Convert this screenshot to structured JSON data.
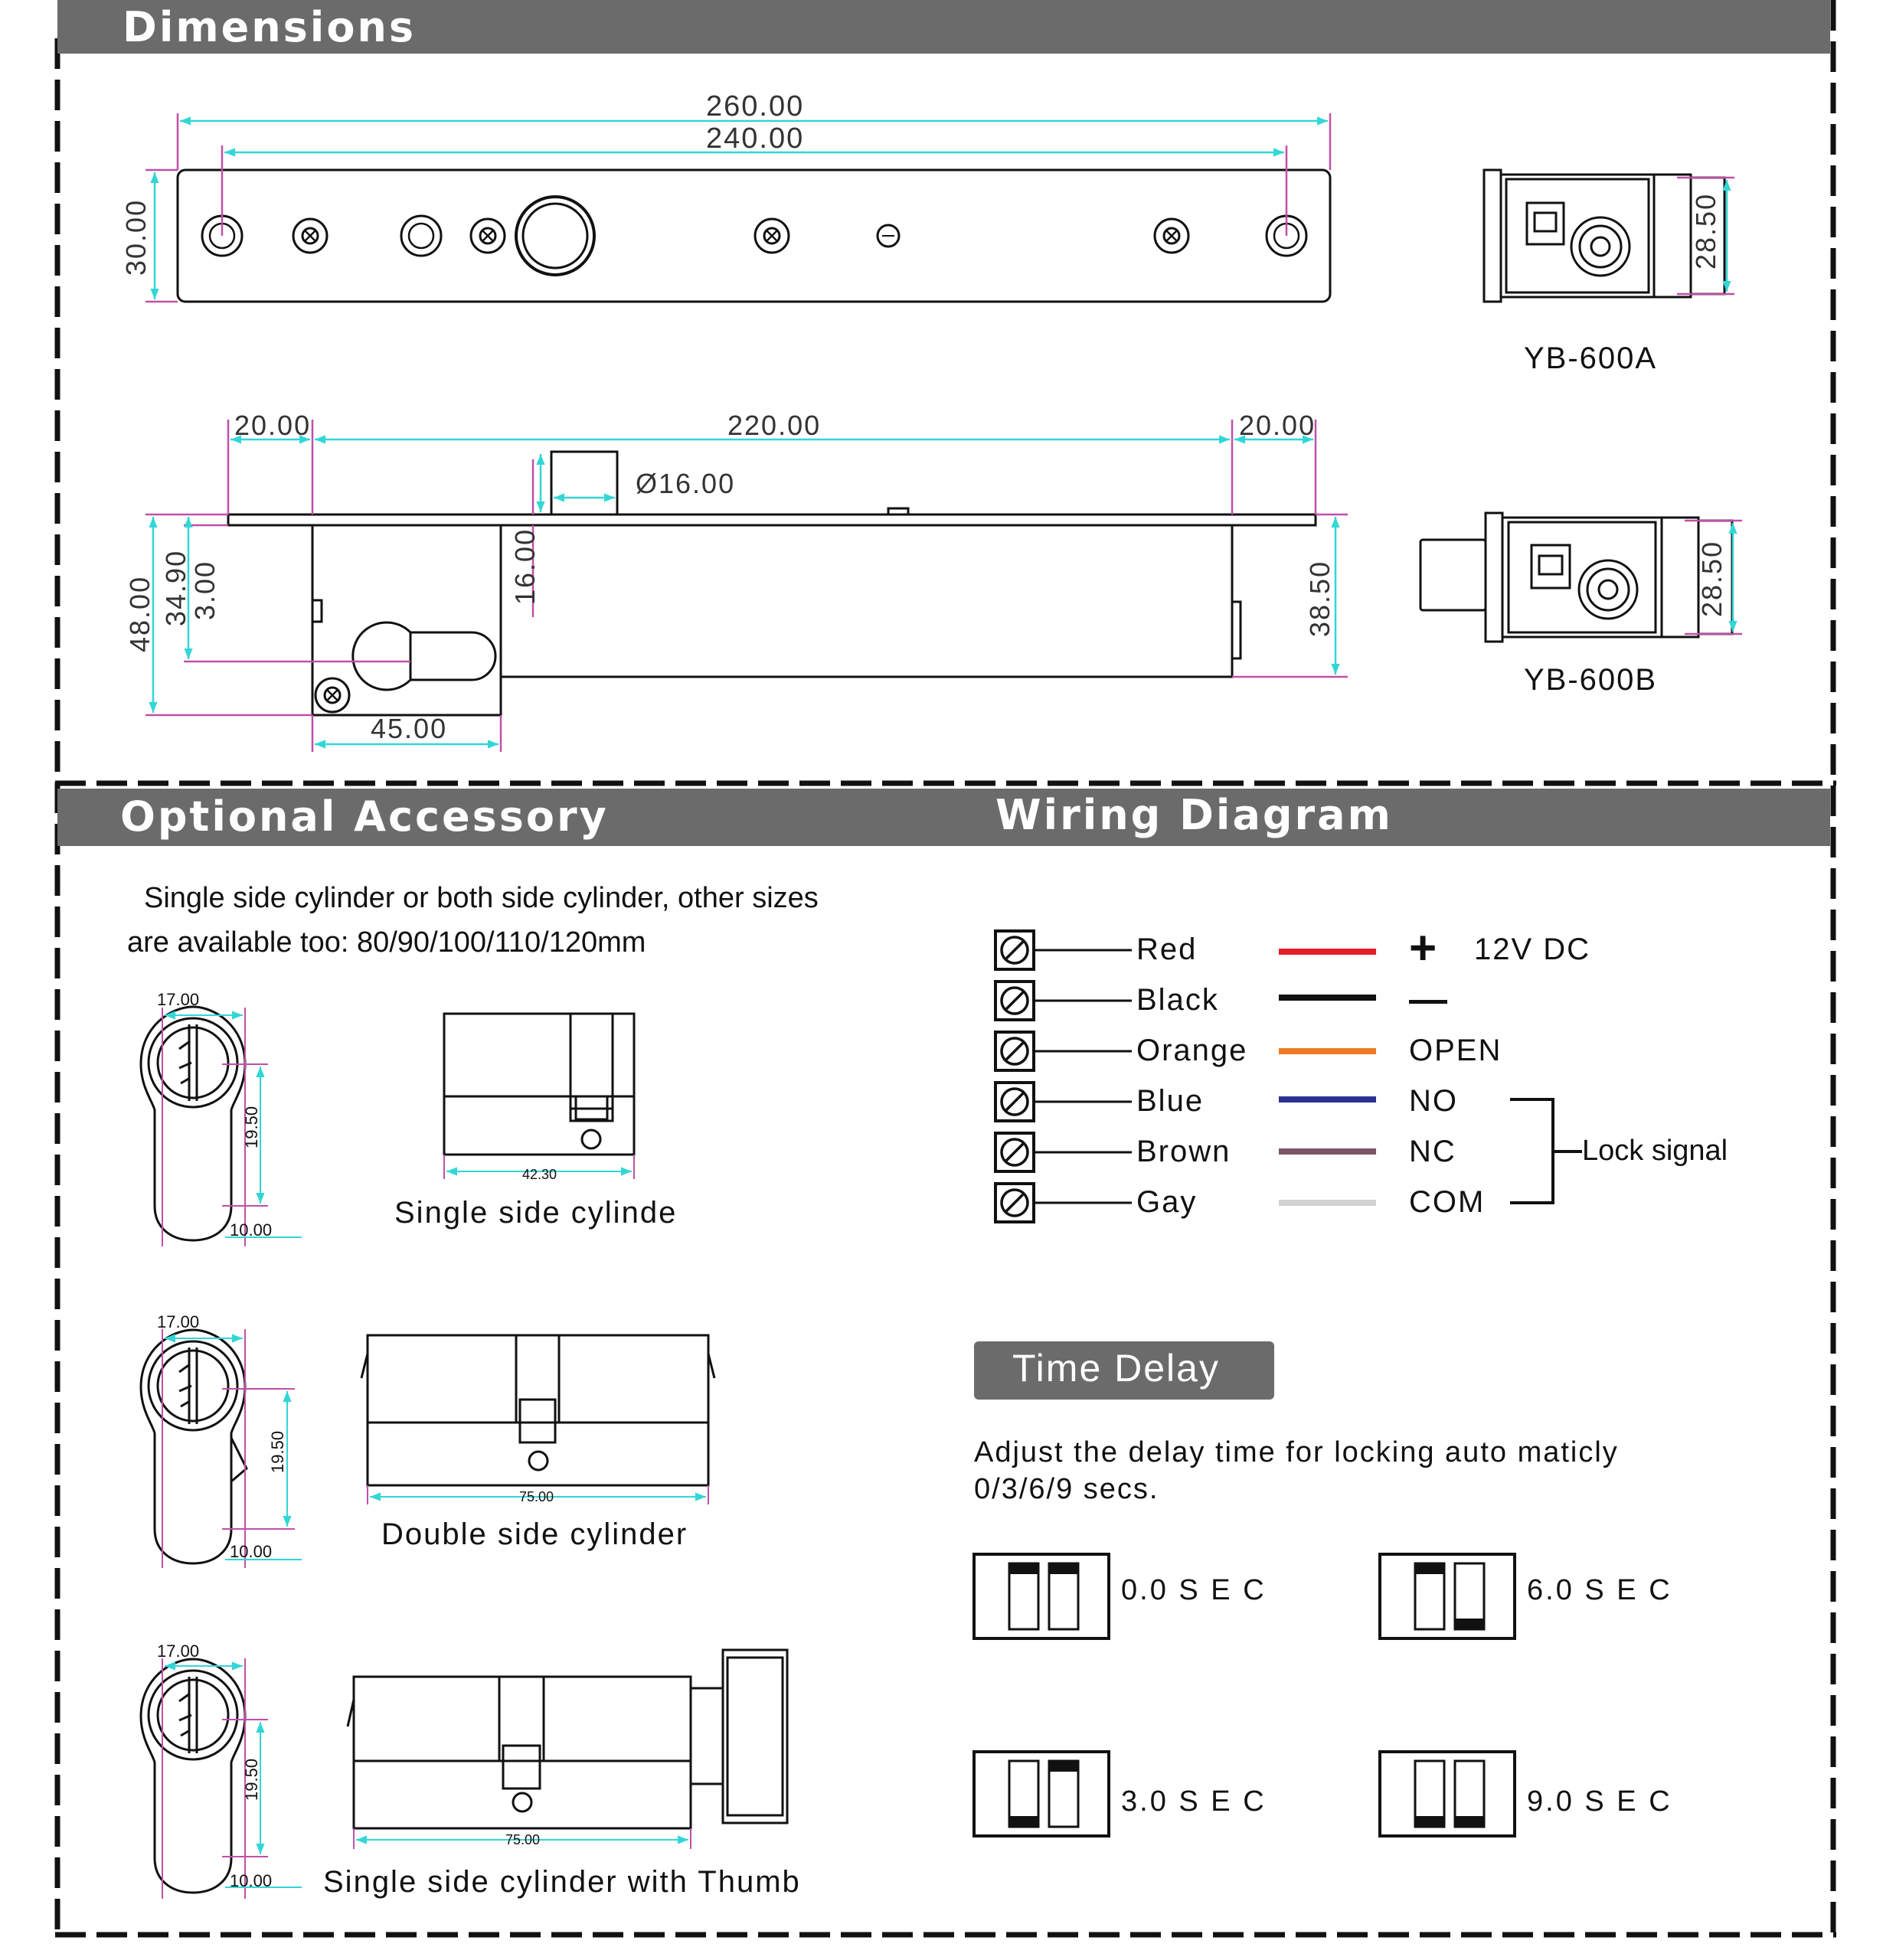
{
  "colors": {
    "header_bg": "#6b6b6b",
    "dimension": "#33d6d6",
    "extension": "#c050a8",
    "line": "#111111",
    "wire_red": "#e41e26",
    "wire_black": "#111111",
    "wire_orange": "#f07a24",
    "wire_blue": "#2b3191",
    "wire_brown": "#7b5566",
    "wire_gray": "#d2d2d2"
  },
  "sections": {
    "dimensions": "Dimensions",
    "accessory": "Optional Accessory",
    "wiring": "Wiring Diagram"
  },
  "dimensions": {
    "top": {
      "d1": "260.00",
      "d2": "240.00",
      "d3": "30.00"
    },
    "side": {
      "d1": "20.00",
      "d2": "220.00",
      "d3": "20.00",
      "d4": "Ø16.00",
      "d5": "48.00",
      "d6": "34.90",
      "d7": "3.00",
      "d8": "16.00",
      "d9": "38.50",
      "d10": "45.00"
    },
    "models": [
      {
        "name": "YB-600A",
        "dim": "28.50"
      },
      {
        "name": "YB-600B",
        "dim": "28.50"
      }
    ]
  },
  "accessory": {
    "intro_line1": "Single side cylinder or both side cylinder, other sizes",
    "intro_line2": "are available too: 80/90/100/110/120mm",
    "items": [
      {
        "caption": "Single side cylinde",
        "w": "17.00",
        "h": "19.50",
        "b": "10.00",
        "len": "42.30"
      },
      {
        "caption": "Double side cylinder",
        "w": "17.00",
        "h": "19.50",
        "b": "10.00",
        "len": "75.00"
      },
      {
        "caption": "Single side cylinder with Thumb",
        "w": "17.00",
        "h": "19.50",
        "b": "10.00",
        "len": "75.00"
      }
    ]
  },
  "wiring": {
    "wires": [
      {
        "label": "Red",
        "signal": "12V DC"
      },
      {
        "label": "Black",
        "signal": ""
      },
      {
        "label": "Orange",
        "signal": "OPEN"
      },
      {
        "label": "Blue",
        "signal": "NO"
      },
      {
        "label": "Brown",
        "signal": "NC"
      },
      {
        "label": "Gay",
        "signal": "COM"
      }
    ],
    "plus": "+",
    "minus": "—",
    "lock_signal": "Lock signal"
  },
  "time_delay": {
    "title": "Time Delay",
    "desc_line1": "Adjust the delay time for locking auto maticly",
    "desc_line2": "0/3/6/9 secs.",
    "settings": [
      {
        "label": "0.0 S E C",
        "sw": [
          "up",
          "up"
        ]
      },
      {
        "label": "6.0 S E C",
        "sw": [
          "up",
          "down"
        ]
      },
      {
        "label": "3.0 S E C",
        "sw": [
          "down",
          "up"
        ]
      },
      {
        "label": "9.0 S E C",
        "sw": [
          "down",
          "down"
        ]
      }
    ]
  }
}
